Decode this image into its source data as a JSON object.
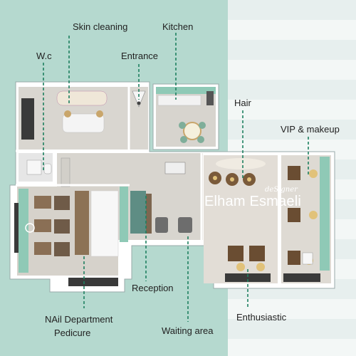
{
  "rooms": {
    "skin_cleaning": "Skin cleaning",
    "kitchen": "Kitchen",
    "wc": "W.c",
    "entrance": "Entrance",
    "hair": "Hair",
    "vip_makeup": "VIP & makeup",
    "nail_department": "NAil Department",
    "pedicure": "Pedicure",
    "reception": "Reception",
    "waiting_area": "Waiting area",
    "enthusiastic": "Enthusiastic"
  },
  "branding": {
    "subtitle": "deSigner",
    "name": "Elham Esmaeli"
  },
  "colors": {
    "background_mint": "#b5d9cf",
    "background_light": "#f3f7f6",
    "leader_line": "#1f8060",
    "floor": "#d8d5cf",
    "wall": "#ffffff",
    "dark_floor": "#3a3a3a"
  }
}
